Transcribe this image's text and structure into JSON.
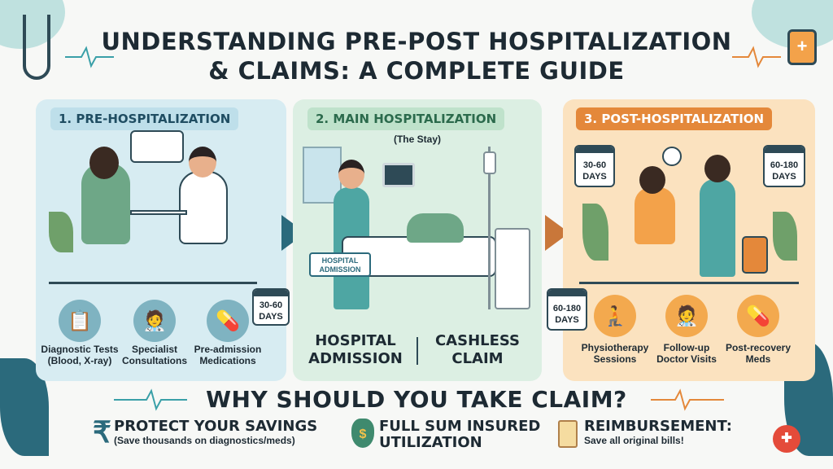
{
  "title": {
    "line1": "UNDERSTANDING PRE-POST HOSPITALIZATION",
    "line2": "& CLAIMS: A COMPLETE GUIDE"
  },
  "sections": [
    {
      "heading": "1. PRE-HOSPITALIZATION",
      "duration": "30-60 DAYS",
      "duration_num": "30-60",
      "duration_unit": "DAYS",
      "items": [
        {
          "line1": "Diagnostic Tests",
          "line2": "(Blood, X-ray)",
          "icon": "clipboard-icon"
        },
        {
          "line1": "Specialist",
          "line2": "Consultations",
          "icon": "doctor-icon"
        },
        {
          "line1": "Pre-admission",
          "line2": "Medications",
          "icon": "pill-icon"
        }
      ]
    },
    {
      "heading": "2. MAIN HOSPITALIZATION",
      "subheading": "(The Stay)",
      "sign": "HOSPITAL ADMISSION",
      "labels": [
        {
          "line1": "HOSPITAL",
          "line2": "ADMISSION"
        },
        {
          "line1": "CASHLESS",
          "line2": "CLAIM"
        }
      ]
    },
    {
      "heading": "3. POST-HOSPITALIZATION",
      "calendars": [
        {
          "num": "30-60",
          "unit": "DAYS"
        },
        {
          "num": "60-180",
          "unit": "DAYS"
        },
        {
          "num": "60-180",
          "unit": "DAYS"
        }
      ],
      "items": [
        {
          "line1": "Physiotherapy",
          "line2": "Sessions",
          "icon": "physio-icon"
        },
        {
          "line1": "Follow-up",
          "line2": "Doctor Visits",
          "icon": "doctor-icon"
        },
        {
          "line1": "Post-recovery",
          "line2": "Meds",
          "icon": "medicine-bottle-icon"
        }
      ]
    }
  ],
  "why": {
    "heading": "WHY SHOULD YOU TAKE CLAIM?",
    "benefits": [
      {
        "title": "PROTECT YOUR SAVINGS",
        "sub": "(Save thousands on diagnostics/meds)",
        "icon": "rupee-icon"
      },
      {
        "title": "FULL SUM INSURED",
        "title2": "UTILIZATION",
        "icon": "money-bag-icon"
      },
      {
        "title": "REIMBURSEMENT:",
        "sub": "Save all original bills!",
        "icon": "scroll-icon"
      }
    ]
  },
  "colors": {
    "pre": "#d7ecf2",
    "main": "#dcefe3",
    "post": "#fbe2bf",
    "accent_orange": "#e4883a",
    "teal": "#2b6a7c"
  }
}
